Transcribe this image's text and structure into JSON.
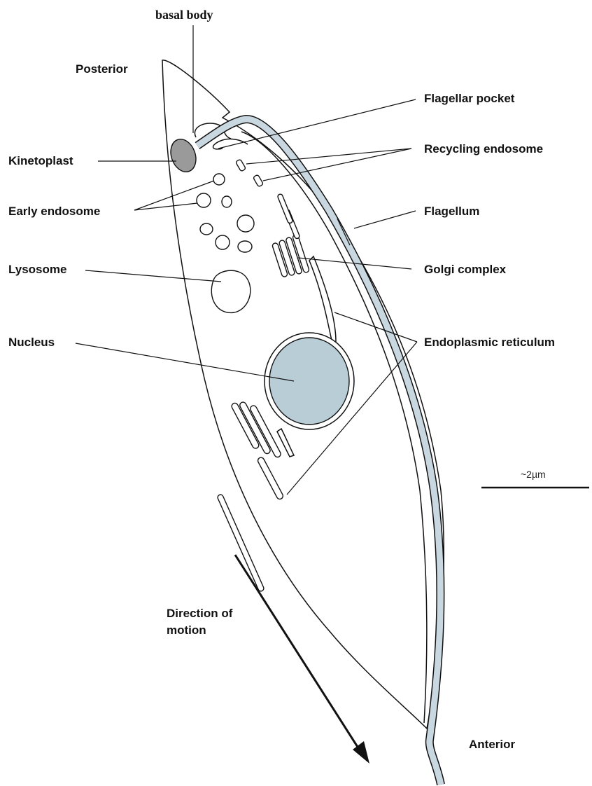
{
  "labels": {
    "basal_body": "basal body",
    "posterior": "Posterior",
    "flagellar_pocket": "Flagellar pocket",
    "kinetoplast": "Kinetoplast",
    "recycling_endosome": "Recycling endosome",
    "early_endosome": "Early endosome",
    "flagellum": "Flagellum",
    "golgi_complex": "Golgi complex",
    "lysosome": "Lysosome",
    "nucleus": "Nucleus",
    "endoplasmic_reticulum": "Endoplasmic reticulum",
    "direction_line1": "Direction of",
    "direction_line2": "motion",
    "anterior": "Anterior",
    "scale": "~2µm"
  },
  "colors": {
    "flagellum_fill": "#c9d8e0",
    "nucleus_fill": "#b9cdd7",
    "kinetoplast_fill": "#9a9a9a",
    "line": "#111111"
  }
}
